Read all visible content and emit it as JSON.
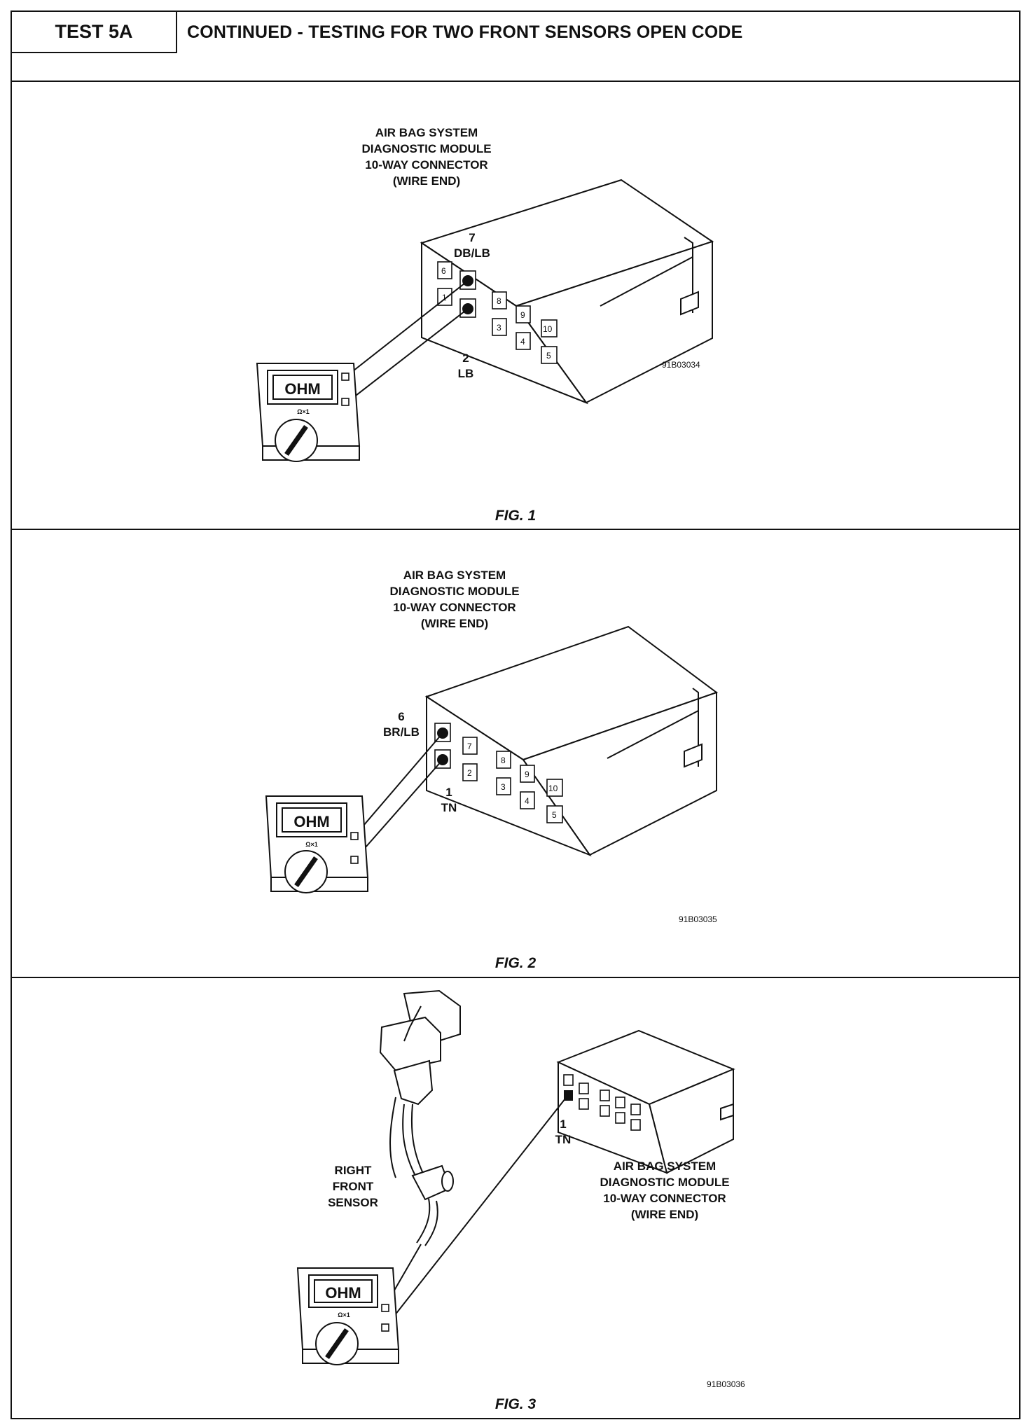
{
  "header": {
    "test_label": "TEST 5A",
    "title": "CONTINUED - TESTING FOR TWO FRONT SENSORS OPEN CODE"
  },
  "figures": [
    {
      "caption": "FIG. 1",
      "code": "91B03034",
      "connector_label": [
        "AIR BAG SYSTEM",
        "DIAGNOSTIC MODULE",
        "10-WAY CONNECTOR",
        "(WIRE END)"
      ],
      "pin_a": {
        "number": "7",
        "color": "DB/LB"
      },
      "pin_b": {
        "number": "2",
        "color": "LB"
      },
      "meter_display": "OHM",
      "meter_range": "Ω×1"
    },
    {
      "caption": "FIG. 2",
      "code": "91B03035",
      "connector_label": [
        "AIR BAG SYSTEM",
        "DIAGNOSTIC MODULE",
        "10-WAY CONNECTOR",
        "(WIRE END)"
      ],
      "pin_a": {
        "number": "6",
        "color": "BR/LB"
      },
      "pin_b": {
        "number": "1",
        "color": "TN"
      },
      "meter_display": "OHM",
      "meter_range": "Ω×1"
    },
    {
      "caption": "FIG. 3",
      "code": "91B03036",
      "connector_label": [
        "AIR BAG SYSTEM",
        "DIAGNOSTIC MODULE",
        "10-WAY CONNECTOR",
        "(WIRE END)"
      ],
      "pin_b": {
        "number": "1",
        "color": "TN"
      },
      "sensor_label": [
        "RIGHT",
        "FRONT",
        "SENSOR"
      ],
      "meter_display": "OHM",
      "meter_range": "Ω×1"
    }
  ],
  "pins": [
    "1",
    "2",
    "3",
    "4",
    "5",
    "6",
    "7",
    "8",
    "9",
    "10"
  ]
}
